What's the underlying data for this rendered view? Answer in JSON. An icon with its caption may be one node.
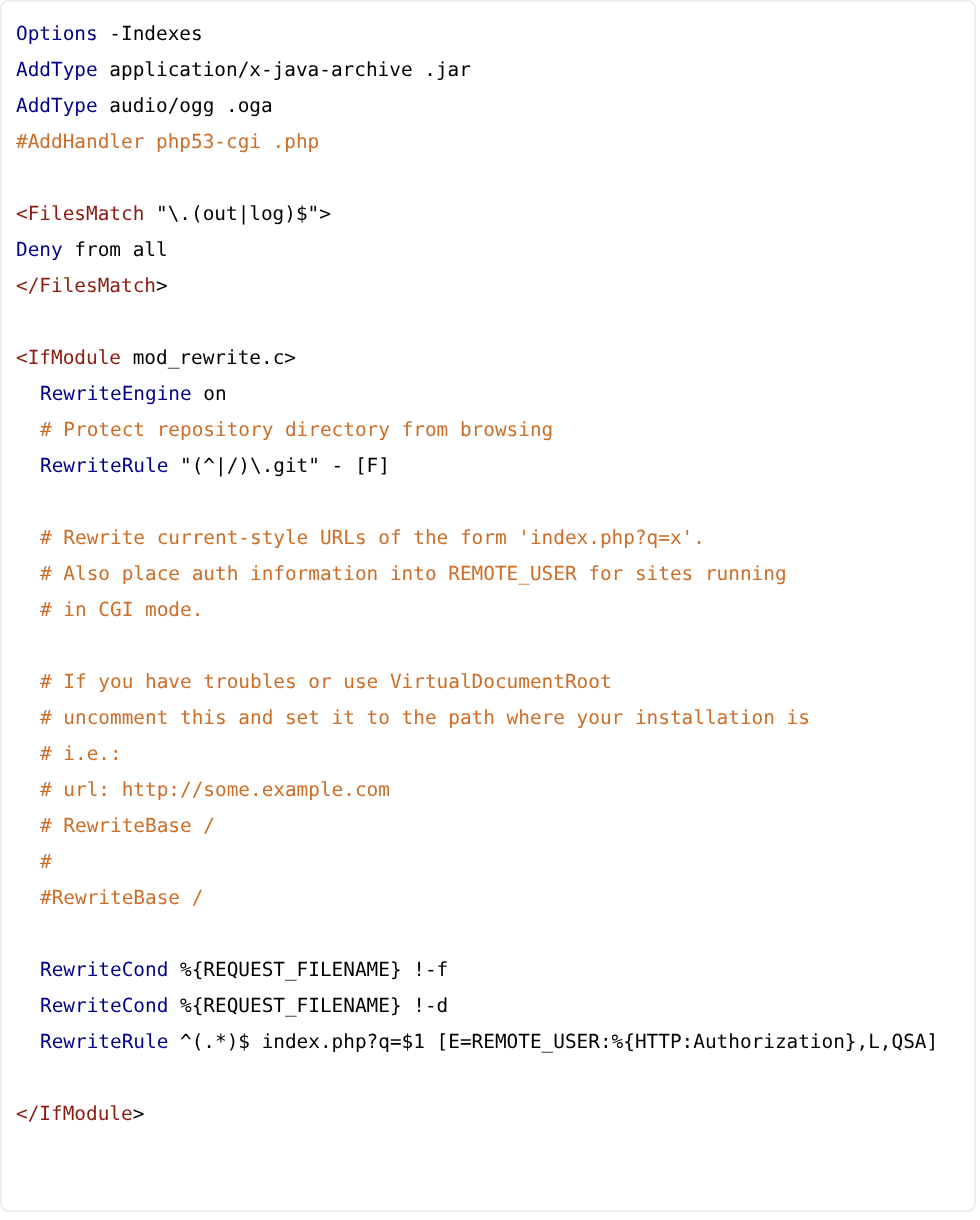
{
  "diagram": {
    "labels": [
      "Options -Indexes",
      "AddType application/x-java-archive .jar",
      "AddType audio/ogg .oga",
      "#AddHandler php53-cgi .php",
      "<FilesMatch \"\\.(out|log)$\">",
      "Deny from all",
      "</FilesMatch>",
      "<IfModule mod_rewrite.c>",
      "RewriteEngine on",
      "# Protect repository directory from browsing",
      "RewriteRule \"(^|/)\\.git\" - [F]",
      "# Rewrite current-style URLs of the form 'index.php?q=x'.",
      "# Also place auth information into REMOTE_USER for sites running",
      "# in CGI mode.",
      "# If you have troubles or use VirtualDocumentRoot",
      "# uncomment this and set it to the path where your installation is",
      "# i.e.:",
      "# url: http://some.example.com",
      "# RewriteBase /",
      "#",
      "#RewriteBase /",
      "RewriteCond %{REQUEST_FILENAME} !-f",
      "RewriteCond %{REQUEST_FILENAME} !-d",
      "RewriteRule ^(.*)$ index.php?q=$1 [E=REMOTE_USER:%{HTTP:Authorization},L,QSA]",
      "</IfModule>"
    ]
  }
}
